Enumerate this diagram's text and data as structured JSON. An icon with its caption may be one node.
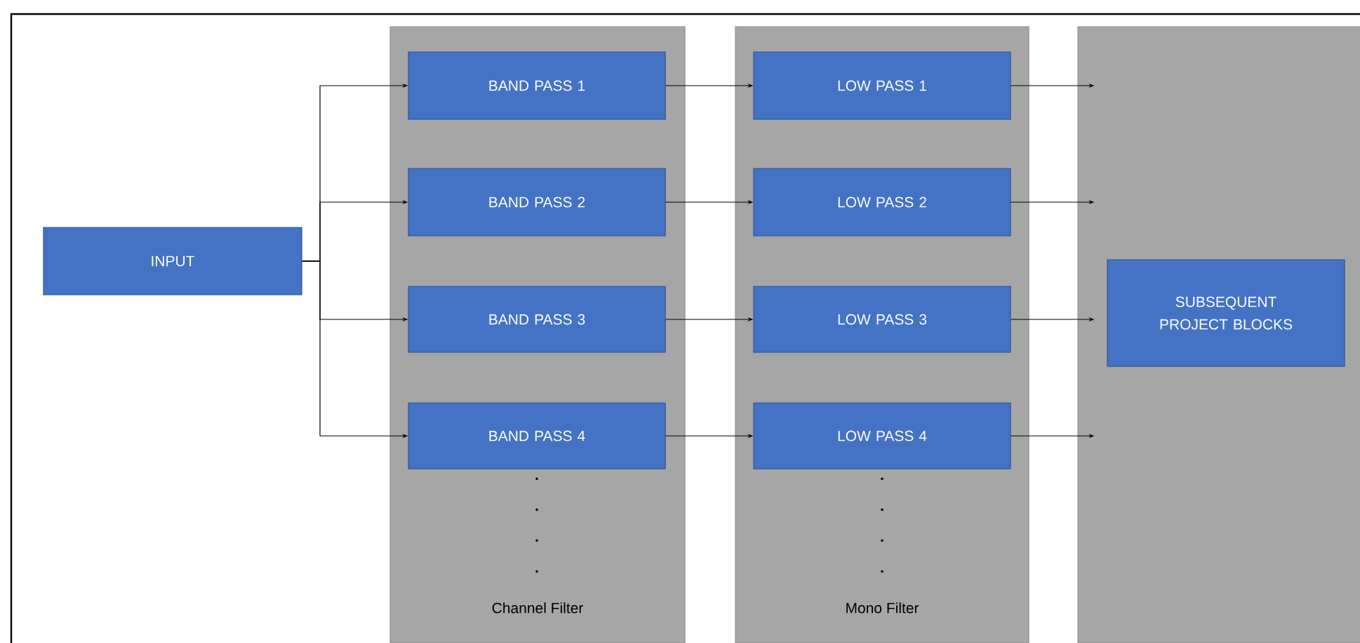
{
  "diagram": {
    "nodes": [
      {
        "text": [
          "INPUT"
        ]
      },
      {
        "text": [
          "Channel Filter"
        ]
      },
      {
        "text": [
          "BAND PASS 1"
        ],
        "in": 1
      },
      {
        "text": [
          "BAND PASS 2"
        ],
        "in": 1
      },
      {
        "text": [
          "BAND PASS 3"
        ],
        "in": 1
      },
      {
        "text": [
          "BAND PASS 4"
        ],
        "in": 1
      },
      {
        "text": [
          "Mono Filter"
        ]
      },
      {
        "text": [
          "LOW PASS 1"
        ],
        "in": 6
      },
      {
        "text": [
          "LOW PASS 2"
        ],
        "in": 6
      },
      {
        "text": [
          "LOW PASS 3"
        ],
        "in": 6
      },
      {
        "text": [
          "LOW PASS 4"
        ],
        "in": 6
      },
      {
        "text": [],
        "shape": "box"
      },
      {
        "text": [
          "SUBSEQUENT PROJECT BLOCKS"
        ],
        "in": 11
      }
    ],
    "edges": [
      {
        "from": 0,
        "to": 2,
        "arrow": "to"
      },
      {
        "from": 0,
        "to": 3,
        "arrow": "to"
      },
      {
        "from": 0,
        "to": 4,
        "arrow": "to"
      },
      {
        "from": 0,
        "to": 5,
        "arrow": "to"
      },
      {
        "from": 2,
        "to": 7,
        "arrow": "to"
      },
      {
        "from": 3,
        "to": 8,
        "arrow": "to"
      },
      {
        "from": 4,
        "to": 9,
        "arrow": "to"
      },
      {
        "from": 5,
        "to": 10,
        "arrow": "to"
      },
      {
        "from": 7,
        "to": 11,
        "arrow": "to"
      },
      {
        "from": 8,
        "to": 11,
        "arrow": "to"
      },
      {
        "from": 9,
        "to": 11,
        "arrow": "to"
      },
      {
        "from": 10,
        "to": 11,
        "arrow": "to"
      }
    ]
  }
}
